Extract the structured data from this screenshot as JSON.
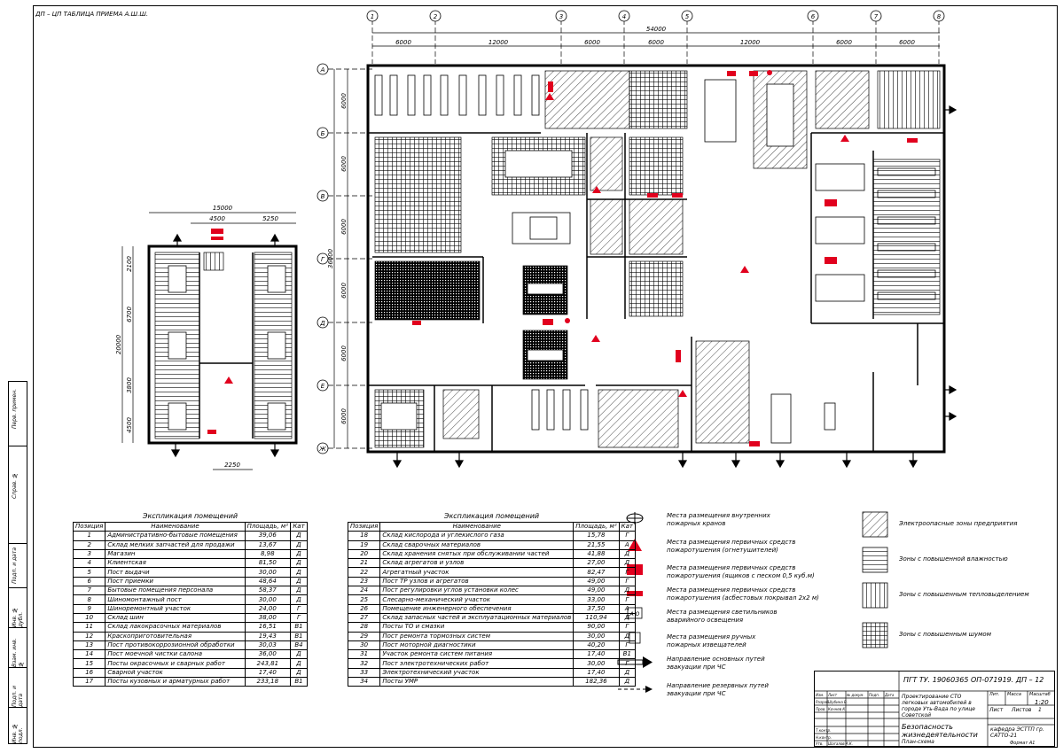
{
  "sheet": {
    "corner_code": "ДП – ЦП ТАБЛИЦА ПРИЕМА А.Ш.Ш.",
    "side_labels": [
      "Перв. примен.",
      "Справ. №",
      "Подп. и дата",
      "Инв. № дубл.",
      "Взам. инв. №",
      "Подп. и дата",
      "Инв. № подл."
    ]
  },
  "plan": {
    "axis_cols": [
      "1",
      "2",
      "3",
      "4",
      "5",
      "6",
      "7",
      "8"
    ],
    "axis_rows": [
      "А",
      "Б",
      "В",
      "Г",
      "Д",
      "Е",
      "Ж"
    ],
    "overall_width": "54000",
    "col_spans": [
      "6000",
      "12000",
      "6000",
      "6000",
      "12000",
      "6000",
      "6000"
    ],
    "overall_height": "36000",
    "row_spans": [
      "6000",
      "6000",
      "6000",
      "6000",
      "6000",
      "6000"
    ]
  },
  "annex": {
    "overall_width": "15000",
    "top_spans": [
      "4500",
      "5250"
    ],
    "overall_height": "20000",
    "row_spans": [
      "2100",
      "6700",
      "3800",
      "4500"
    ],
    "bottom_span": "2250"
  },
  "tables": {
    "left": {
      "title": "Экспликация помещений",
      "headers": [
        "Позиция",
        "Наименование",
        "Площадь, м²",
        "Кат"
      ],
      "rows": [
        [
          "1",
          "Административно-бытовые помещения",
          "39,06",
          "Д"
        ],
        [
          "2",
          "Склад мелких запчастей для продажи",
          "13,67",
          "Д"
        ],
        [
          "3",
          "Магазин",
          "8,98",
          "Д"
        ],
        [
          "4",
          "Клиентская",
          "81,50",
          "Д"
        ],
        [
          "5",
          "Пост выдачи",
          "30,00",
          "Д"
        ],
        [
          "6",
          "Пост приемки",
          "48,64",
          "Д"
        ],
        [
          "7",
          "Бытовые помещения персонала",
          "58,37",
          "Д"
        ],
        [
          "8",
          "Шиномонтажный пост",
          "30,00",
          "Д"
        ],
        [
          "9",
          "Шиноремонтный участок",
          "24,00",
          "Г"
        ],
        [
          "10",
          "Склад шин",
          "38,00",
          "Г"
        ],
        [
          "11",
          "Склад лакокрасочных материалов",
          "16,51",
          "В1"
        ],
        [
          "12",
          "Краскоприготовительная",
          "19,43",
          "В1"
        ],
        [
          "13",
          "Пост противокоррозионной обработки",
          "30,03",
          "В4"
        ],
        [
          "14",
          "Пост моечной чистки салона",
          "36,00",
          "Д"
        ],
        [
          "15",
          "Посты окрасочных и сварных работ",
          "243,81",
          "Д"
        ],
        [
          "16",
          "Сварной участок",
          "17,40",
          "Д"
        ],
        [
          "17",
          "Посты кузовных и арматурных работ",
          "233,18",
          "В1"
        ]
      ]
    },
    "right": {
      "title": "Экспликация помещений",
      "headers": [
        "Позиция",
        "Наименование",
        "Площадь, м²",
        "Кат"
      ],
      "rows": [
        [
          "18",
          "Склад кислорода и углекислого газа",
          "15,78",
          "Г"
        ],
        [
          "19",
          "Склад сварочных материалов",
          "21,55",
          "А"
        ],
        [
          "20",
          "Склад хранения снятых при обслуживании частей",
          "41,88",
          "Д"
        ],
        [
          "21",
          "Склад агрегатов и узлов",
          "27,00",
          "Д"
        ],
        [
          "22",
          "Агрегатный участок",
          "82,47",
          "Г"
        ],
        [
          "23",
          "Пост ТР узлов и агрегатов",
          "49,00",
          "Г"
        ],
        [
          "24",
          "Пост регулировки углов установки колес",
          "49,00",
          "Д"
        ],
        [
          "25",
          "Слесарно-механический участок",
          "33,00",
          "Г"
        ],
        [
          "26",
          "Помещение инженерного обеспечения",
          "37,50",
          "А"
        ],
        [
          "27",
          "Склад запасных частей и эксплуатационных материалов",
          "110,94",
          "Д"
        ],
        [
          "28",
          "Посты ТО и смазки",
          "90,00",
          "Г"
        ],
        [
          "29",
          "Пост ремонта тормозных систем",
          "30,00",
          "Д"
        ],
        [
          "30",
          "Пост моторной диагностики",
          "40,20",
          "Г"
        ],
        [
          "31",
          "Участок ремонта систем питания",
          "17,40",
          "В1"
        ],
        [
          "32",
          "Пост электротехнических работ",
          "30,00",
          "Г"
        ],
        [
          "33",
          "Электротехнический участок",
          "17,40",
          "Д"
        ],
        [
          "34",
          "Посты УМР",
          "182,36",
          "Д"
        ]
      ]
    }
  },
  "legend": {
    "left": [
      {
        "icon": "hydrant-icon",
        "text": "Места размещения внутренних пожарных кранов"
      },
      {
        "icon": "triangle-icon",
        "text": "Места размещения первичных средств пожаротушения (огнетушителей)"
      },
      {
        "icon": "sand-box-icon",
        "text": "Места размещения первичных средств пожаротушения (ящиков с песком 0,5 куб.м)"
      },
      {
        "icon": "blanket-icon",
        "text": "Места размещения первичных средств пожаротушения (асбестовых покрывал 2х2 м)"
      },
      {
        "icon": "emergency-light-icon",
        "text": "Места размещения светильников аварийного освещения",
        "symbol": "А О"
      },
      {
        "icon": "alarm-button-icon",
        "text": "Места размещения ручных пожарных извещателей"
      },
      {
        "icon": "main-exit-arrow-icon",
        "text": "Направление основных путей эвакуации при ЧС"
      },
      {
        "icon": "reserve-exit-arrow-icon",
        "text": "Направление резервных путей эвакуации при ЧС"
      }
    ],
    "right": [
      {
        "icon": "diagonal-hatch-icon",
        "text": "Электроопасные зоны предприятия"
      },
      {
        "icon": "horizontal-hatch-icon",
        "text": "Зоны с повышенной влажностью"
      },
      {
        "icon": "vertical-hatch-icon",
        "text": "Зоны с повышенным тепловыделением"
      },
      {
        "icon": "grid-hatch-icon",
        "text": "Зоны с повышенным шумом"
      }
    ]
  },
  "title_block": {
    "doc_code": "ПГТ ТУ. 19060365 ОП-071919. ДП – 12",
    "project": "Проектирование СТО легковых автомобилей в городе Уть-Вада по улице Советской",
    "sheet_title": "Безопасность жизнедеятельности",
    "sheet_subtitle": "План-схема",
    "letter_label": "Лит.",
    "mass_label": "Масса",
    "scale_label": "Масштаб",
    "scale": "1:20",
    "sheet_label": "Лист",
    "sheets_label": "Листов",
    "sheets_count": "1",
    "org": "кафедра ЭСТТП гр. САТТО-21",
    "format": "Формат А1",
    "roles": [
      "Изм.",
      "Лист",
      "№ докум.",
      "Подп.",
      "Дата",
      "Разраб.",
      "Пров.",
      "Т.контр.",
      "Н.контр.",
      "Утв."
    ],
    "names": [
      "Шубина В.",
      "Кочнев К.",
      "Шагалов А.К."
    ]
  }
}
